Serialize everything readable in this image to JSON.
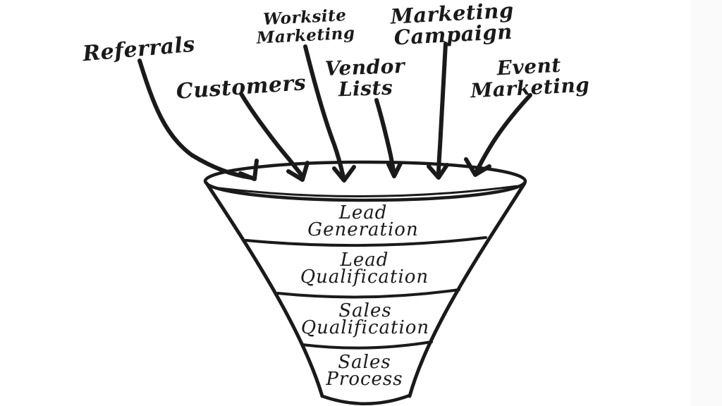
{
  "diagram": {
    "type": "funnel",
    "subject": "sales-lead-funnel",
    "colors": {
      "ink": "#1a1a1a",
      "background": "#ffffff",
      "edge_band": "#fafafa"
    },
    "sources": [
      {
        "id": "referrals",
        "label": "Referrals"
      },
      {
        "id": "customers",
        "label": "Customers"
      },
      {
        "id": "worksite-marketing",
        "label": "Worksite\nMarketing"
      },
      {
        "id": "vendor-lists",
        "label": "Vendor\nLists"
      },
      {
        "id": "marketing-campaign",
        "label": "Marketing\nCampaign"
      },
      {
        "id": "event-marketing",
        "label": "Event\nMarketing"
      }
    ],
    "stages": [
      {
        "id": "lead-generation",
        "label": "Lead\nGeneration"
      },
      {
        "id": "lead-qualification",
        "label": "Lead\nQualification"
      },
      {
        "id": "sales-qualification",
        "label": "Sales\nQualification"
      },
      {
        "id": "sales-process",
        "label": "Sales\nProcess"
      }
    ]
  }
}
